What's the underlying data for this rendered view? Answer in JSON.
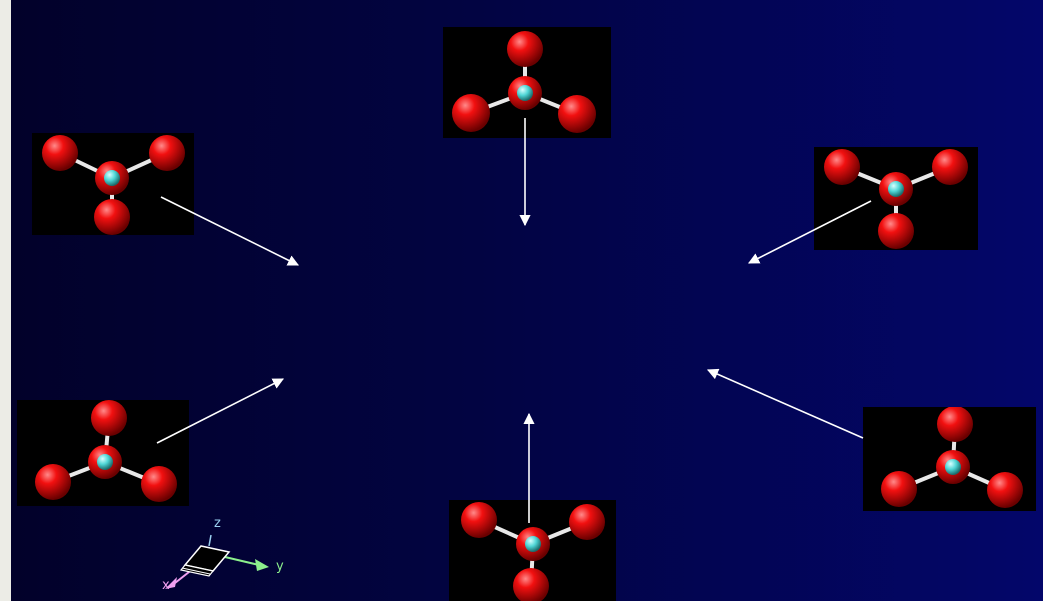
{
  "colors": {
    "oxygen": "#e00000",
    "center_atom": "#4fd6d6",
    "bond": "#e8e8e8",
    "arrow": "#ffffff",
    "panel": "#000000",
    "axis_x": "#f0a0f0",
    "axis_y": "#8cf08c",
    "axis_z": "#9ad0f0"
  },
  "molecule": {
    "name": "tetrahedral-molecule",
    "center_atom_icon": "cyan-sphere",
    "ligand_icon": "red-sphere"
  },
  "axes": {
    "x_label": "x",
    "y_label": "y",
    "z_label": "z"
  }
}
